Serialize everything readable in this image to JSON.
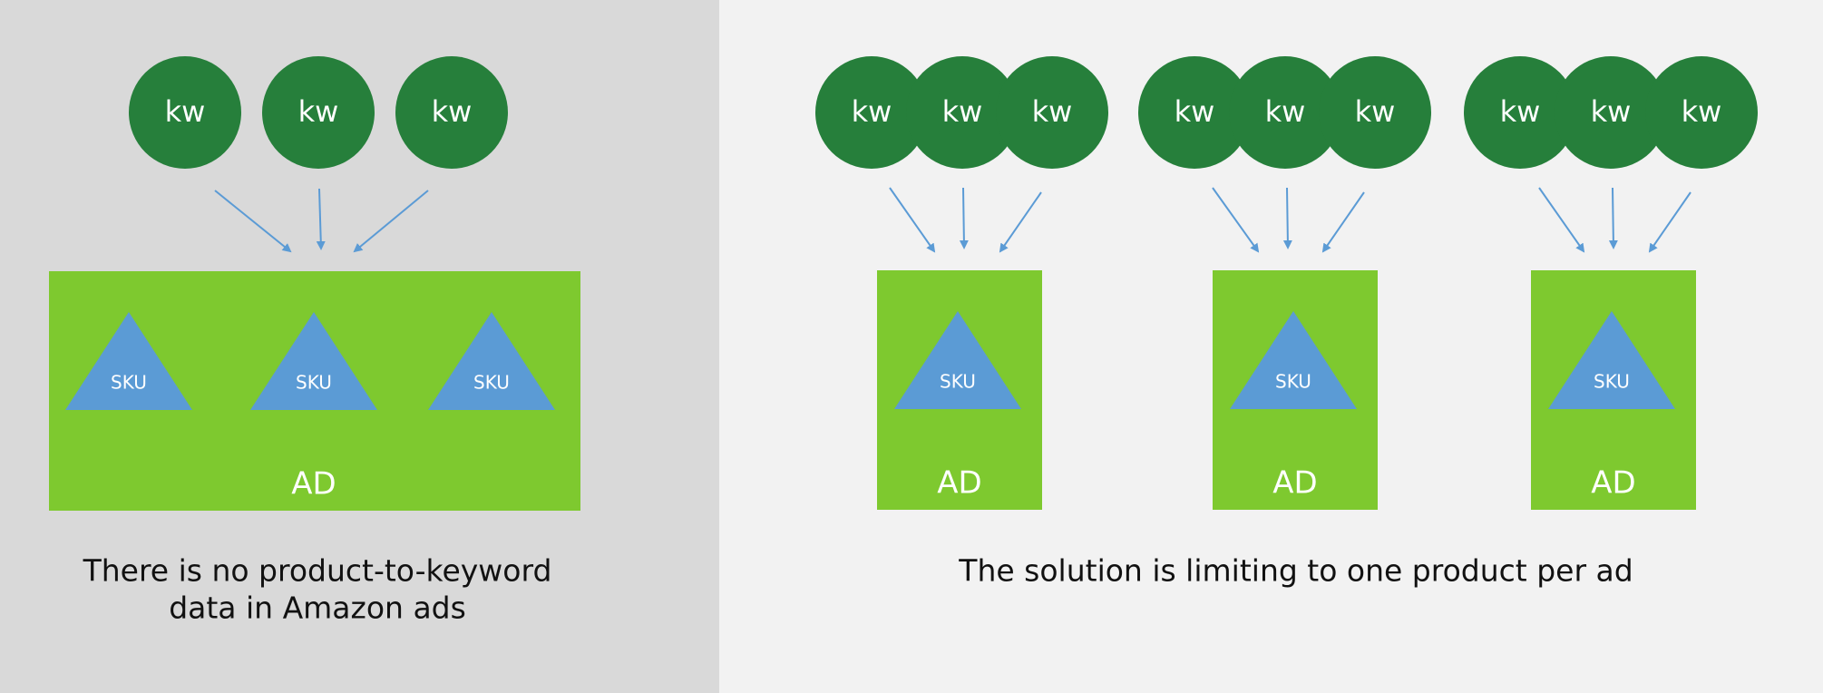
{
  "colors": {
    "left_panel_bg": "#d9d9d9",
    "right_panel_bg": "#f2f2f2",
    "keyword_circle": "#267f3b",
    "ad_box": "#7ec92f",
    "sku_triangle": "#5b9bd5",
    "arrow": "#5b9bd5",
    "text_dark": "#111111",
    "text_light": "#ffffff"
  },
  "left_panel": {
    "keywords": [
      "kw",
      "kw",
      "kw"
    ],
    "skus": [
      "SKU",
      "SKU",
      "SKU"
    ],
    "ad_label": "AD",
    "caption_lines": [
      "There is no product-to-keyword",
      "data in Amazon ads"
    ]
  },
  "right_panel": {
    "groups": [
      {
        "keywords": [
          "kw",
          "kw",
          "kw"
        ],
        "sku": "SKU",
        "ad_label": "AD"
      },
      {
        "keywords": [
          "kw",
          "kw",
          "kw"
        ],
        "sku": "SKU",
        "ad_label": "AD"
      },
      {
        "keywords": [
          "kw",
          "kw",
          "kw"
        ],
        "sku": "SKU",
        "ad_label": "AD"
      }
    ],
    "caption_lines": [
      "The solution is limiting to one product per ad"
    ]
  }
}
